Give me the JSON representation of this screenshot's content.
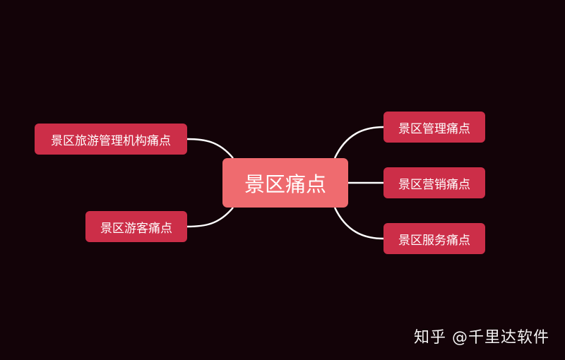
{
  "mindmap": {
    "center": {
      "label": "景区痛点"
    },
    "left_branches": [
      {
        "label": "景区旅游管理机构痛点"
      },
      {
        "label": "景区游客痛点"
      }
    ],
    "right_branches": [
      {
        "label": "景区管理痛点"
      },
      {
        "label": "景区营销痛点"
      },
      {
        "label": "景区服务痛点"
      }
    ],
    "colors": {
      "background": "#130308",
      "center_fill": "#ef6b6f",
      "branch_fill": "#cc2e48",
      "connector": "#ffffff"
    }
  },
  "watermark": {
    "text": "知乎 @千里达软件"
  }
}
